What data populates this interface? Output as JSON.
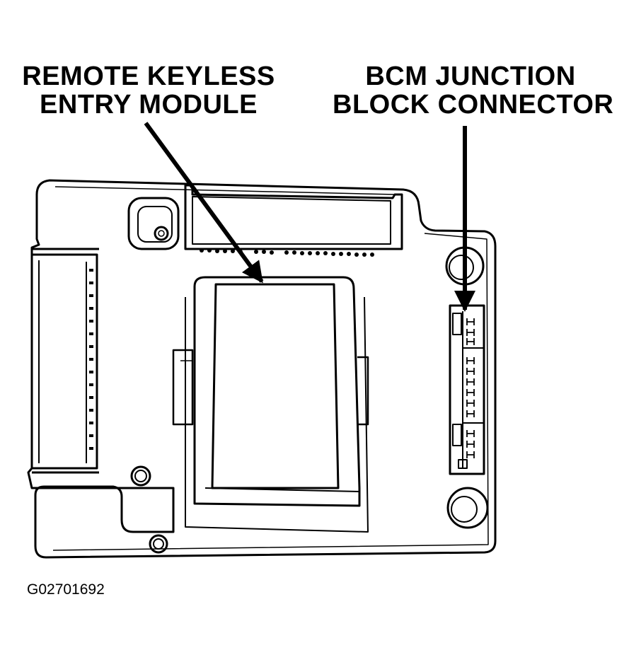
{
  "callouts": {
    "remote_keyless": {
      "line1": "REMOTE KEYLESS",
      "line2": "ENTRY MODULE"
    },
    "bcm_junction": {
      "line1": "BCM JUNCTION",
      "line2": "BLOCK CONNECTOR"
    }
  },
  "figure_id": "G02701692"
}
